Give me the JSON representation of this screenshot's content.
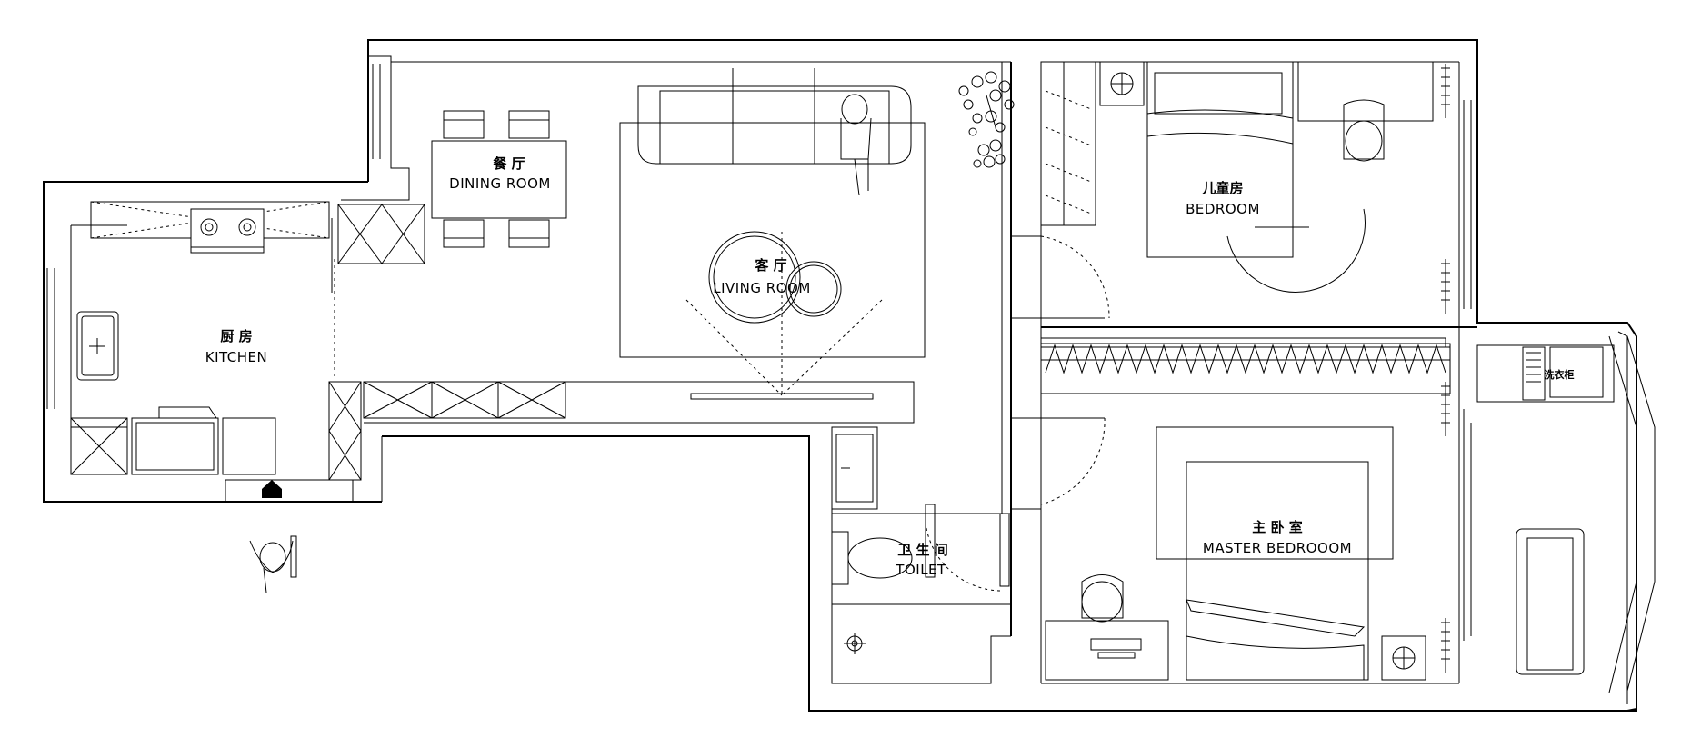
{
  "rooms": {
    "dining": {
      "zh": "餐 厅",
      "en": "DINING ROOM"
    },
    "living": {
      "zh": "客 厅",
      "en": "LIVING ROOM"
    },
    "kitchen": {
      "zh": "厨 房",
      "en": "KITCHEN"
    },
    "child_bedroom": {
      "zh": "儿童房",
      "en": "BEDROOM"
    },
    "toilet": {
      "zh": "卫 生 间",
      "en": "TOILET"
    },
    "master_bedroom": {
      "zh": "主 卧 室",
      "en": "MASTER BEDROOOM"
    }
  },
  "labels": {
    "laundry_cabinet": "洗衣柜"
  }
}
